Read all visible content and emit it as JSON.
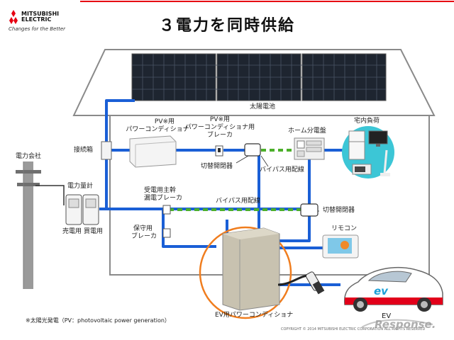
{
  "header": {
    "brand_name": "MITSUBISHI ELECTRIC",
    "brand_line1": "MITSUBISHI",
    "brand_line2": "ELECTRIC",
    "tagline": "Changes for the Better",
    "title": "３電力を同時供給"
  },
  "labels": {
    "solar": "太陽電池",
    "pv_pcs_1": "PV※用",
    "pv_pcs_2": "パワーコンディショナ",
    "pv_breaker_1": "PV※用",
    "pv_breaker_2": "パワーコンディショナ用",
    "pv_breaker_3": "ブレーカ",
    "junction_box": "接続箱",
    "changeover_switch_1": "切替開閉器",
    "bypass_1": "バイパス用配線",
    "home_panel": "ホーム分電盤",
    "home_load": "宅内負荷",
    "power_company": "電力会社",
    "meter": "電力量計",
    "sell_meter": "売電用",
    "buy_meter": "買電用",
    "main_breaker_1": "受電用主幹",
    "main_breaker_2": "漏電ブレーカ",
    "bypass_2": "バイパス用配線",
    "changeover_switch_2": "切替開閉器",
    "maint_breaker_1": "保守用",
    "maint_breaker_2": "ブレーカ",
    "remote": "リモコン",
    "ev_pcs": "EV用パワーコンディショナ",
    "ev": "EV",
    "ev_badge": "ev",
    "footnote": "※太陽光発電（PV：photovoltaic power generation）",
    "copyright": "COPYRIGHT © 2014 MITSUBISHI ELECTRIC CORPORATION ALL RIGHTS RESERVED",
    "watermark": "Response."
  },
  "colors": {
    "accent_red": "#e60012",
    "wire_blue": "#1a5fd6",
    "bypass_green": "#4caf2a",
    "highlight_orange": "#f07d1e",
    "roof_gray": "#8a8a8a"
  }
}
